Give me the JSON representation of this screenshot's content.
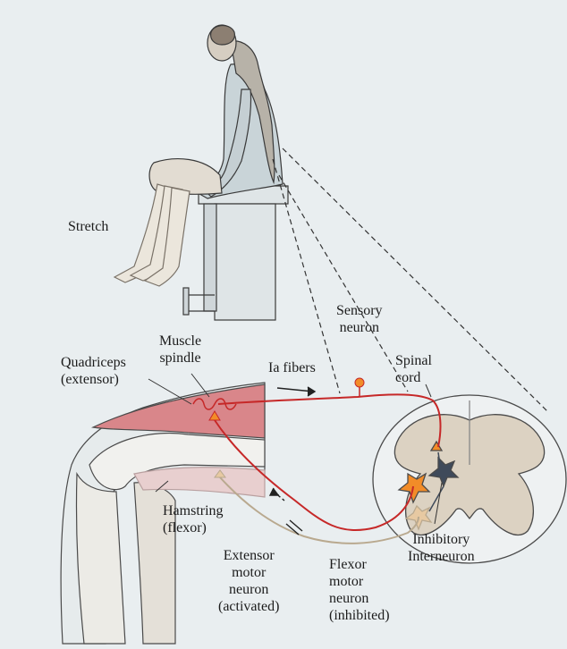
{
  "labels": {
    "stretch": "Stretch",
    "sensory_neuron": [
      "Sensory",
      "neuron"
    ],
    "muscle_spindle": [
      "Muscle",
      "spindle"
    ],
    "quadriceps": [
      "Quadriceps",
      "(extensor)"
    ],
    "ia_fibers": "Ia fibers",
    "spinal_cord": [
      "Spinal",
      "cord"
    ],
    "hamstring": [
      "Hamstring",
      "(flexor)"
    ],
    "extensor_motor_neuron": [
      "Extensor",
      "motor",
      "neuron",
      "(activated)"
    ],
    "flexor_motor_neuron": [
      "Flexor",
      "motor",
      "neuron",
      "(inhibited)"
    ],
    "inhibitory_interneuron": [
      "Inhibitory",
      "Interneuron"
    ]
  },
  "colors": {
    "background": "#e9eef0",
    "sensory_pathway": "#c62828",
    "quadriceps_muscle": "#d9868a",
    "hamstring_muscle": "#e8cfcf",
    "flexor_pathway": "#b9a98f",
    "extensor_neuron": "#f28c28",
    "interneuron": "#3f4a5a",
    "outline": "#3a3a3a"
  }
}
